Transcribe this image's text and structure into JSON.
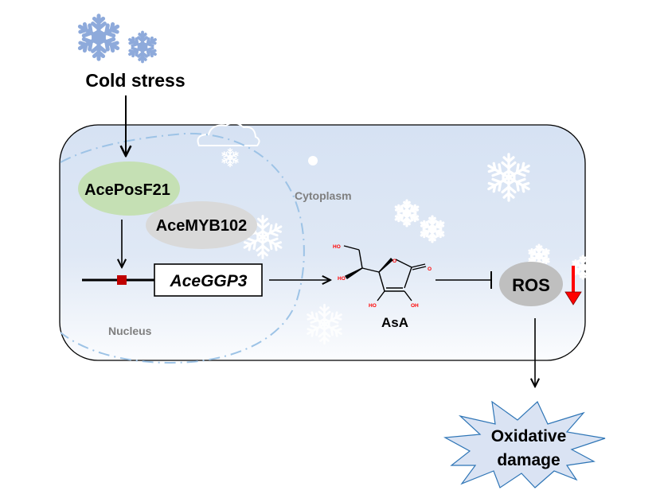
{
  "diagram": {
    "stimulus": {
      "label": "Cold stress",
      "icons": [
        "snowflake-large-icon",
        "snowflake-small-icon"
      ]
    },
    "compartments": {
      "cytoplasm": "Cytoplasm",
      "nucleus": "Nucleus"
    },
    "nodes": {
      "tf1": "AcePosF21",
      "tf2": "AceMYB102",
      "gene": "AceGGP3",
      "metabolite": "AsA",
      "ros": "ROS",
      "outcome_line1": "Oxidative",
      "outcome_line2": "damage"
    },
    "chemical_labels": {
      "ho_top": "HO",
      "ho_left": "HO",
      "o_ring": "O",
      "o_carbonyl": "O",
      "ho_bottom_left": "HO",
      "oh_bottom_right": "OH"
    },
    "edges": [
      {
        "from": "Cold stress",
        "to": "AcePosF21",
        "type": "activation"
      },
      {
        "from": "AcePosF21",
        "to": "AceGGP3 promoter",
        "type": "activation"
      },
      {
        "from": "AceGGP3",
        "to": "AsA",
        "type": "activation"
      },
      {
        "from": "AsA",
        "to": "ROS",
        "type": "inhibition"
      },
      {
        "from": "ROS",
        "to": "Oxidative damage",
        "type": "activation"
      }
    ],
    "ros_trend": "decrease",
    "colors": {
      "snowflake_blue": "#8eaadb",
      "cell_fill_top": "#d6e2f3",
      "cell_fill_bottom": "#ffffff",
      "nucleus_border": "#9dc3e6",
      "tf1_fill": "#c5e0b4",
      "tf2_fill": "#d9d9d9",
      "ros_fill": "#bfbfbf",
      "promoter": "#c00000",
      "down_arrow": "#ff0000",
      "burst_fill": "#dae3f3",
      "burst_stroke": "#2e75b6",
      "chem_red": "#ff0000"
    }
  }
}
